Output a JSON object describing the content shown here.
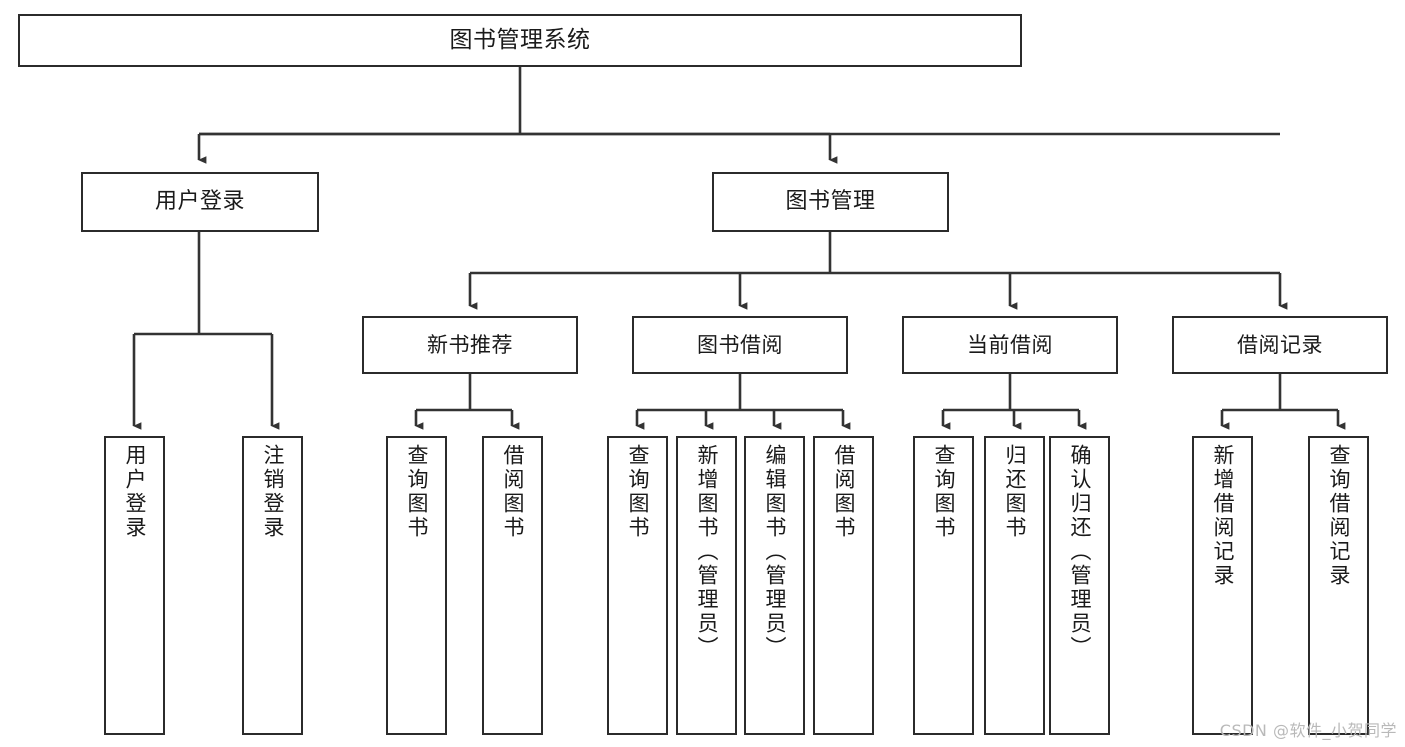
{
  "diagram": {
    "title": "图书管理系统",
    "type": "tree-hierarchy-chart",
    "colors": {
      "box_border": "#2b2b2b",
      "box_fill": "#ffffff",
      "connector": "#333333",
      "page_background": "#ffffff",
      "watermark": "#b9b9b9"
    },
    "root": {
      "label": "图书管理系统"
    },
    "level2": [
      {
        "label": "用户登录"
      },
      {
        "label": "图书管理"
      }
    ],
    "level3": [
      {
        "label": "新书推荐"
      },
      {
        "label": "图书借阅"
      },
      {
        "label": "当前借阅"
      },
      {
        "label": "借阅记录"
      }
    ],
    "leaves": {
      "user_login": [
        {
          "label": "用户登录"
        },
        {
          "label": "注销登录"
        }
      ],
      "new_book_recommend": [
        {
          "label": "查询图书"
        },
        {
          "label": "借阅图书"
        }
      ],
      "book_borrow": [
        {
          "label": "查询图书"
        },
        {
          "label": "新增图书（管理员）"
        },
        {
          "label": "编辑图书（管理员）"
        },
        {
          "label": "借阅图书"
        }
      ],
      "current_borrow": [
        {
          "label": "查询图书"
        },
        {
          "label": "归还图书"
        },
        {
          "label": "确认归还（管理员）"
        }
      ],
      "borrow_record": [
        {
          "label": "新增借阅记录"
        },
        {
          "label": "查询借阅记录"
        }
      ]
    }
  },
  "watermark": {
    "text": "CSDN @软件_小贺同学"
  }
}
